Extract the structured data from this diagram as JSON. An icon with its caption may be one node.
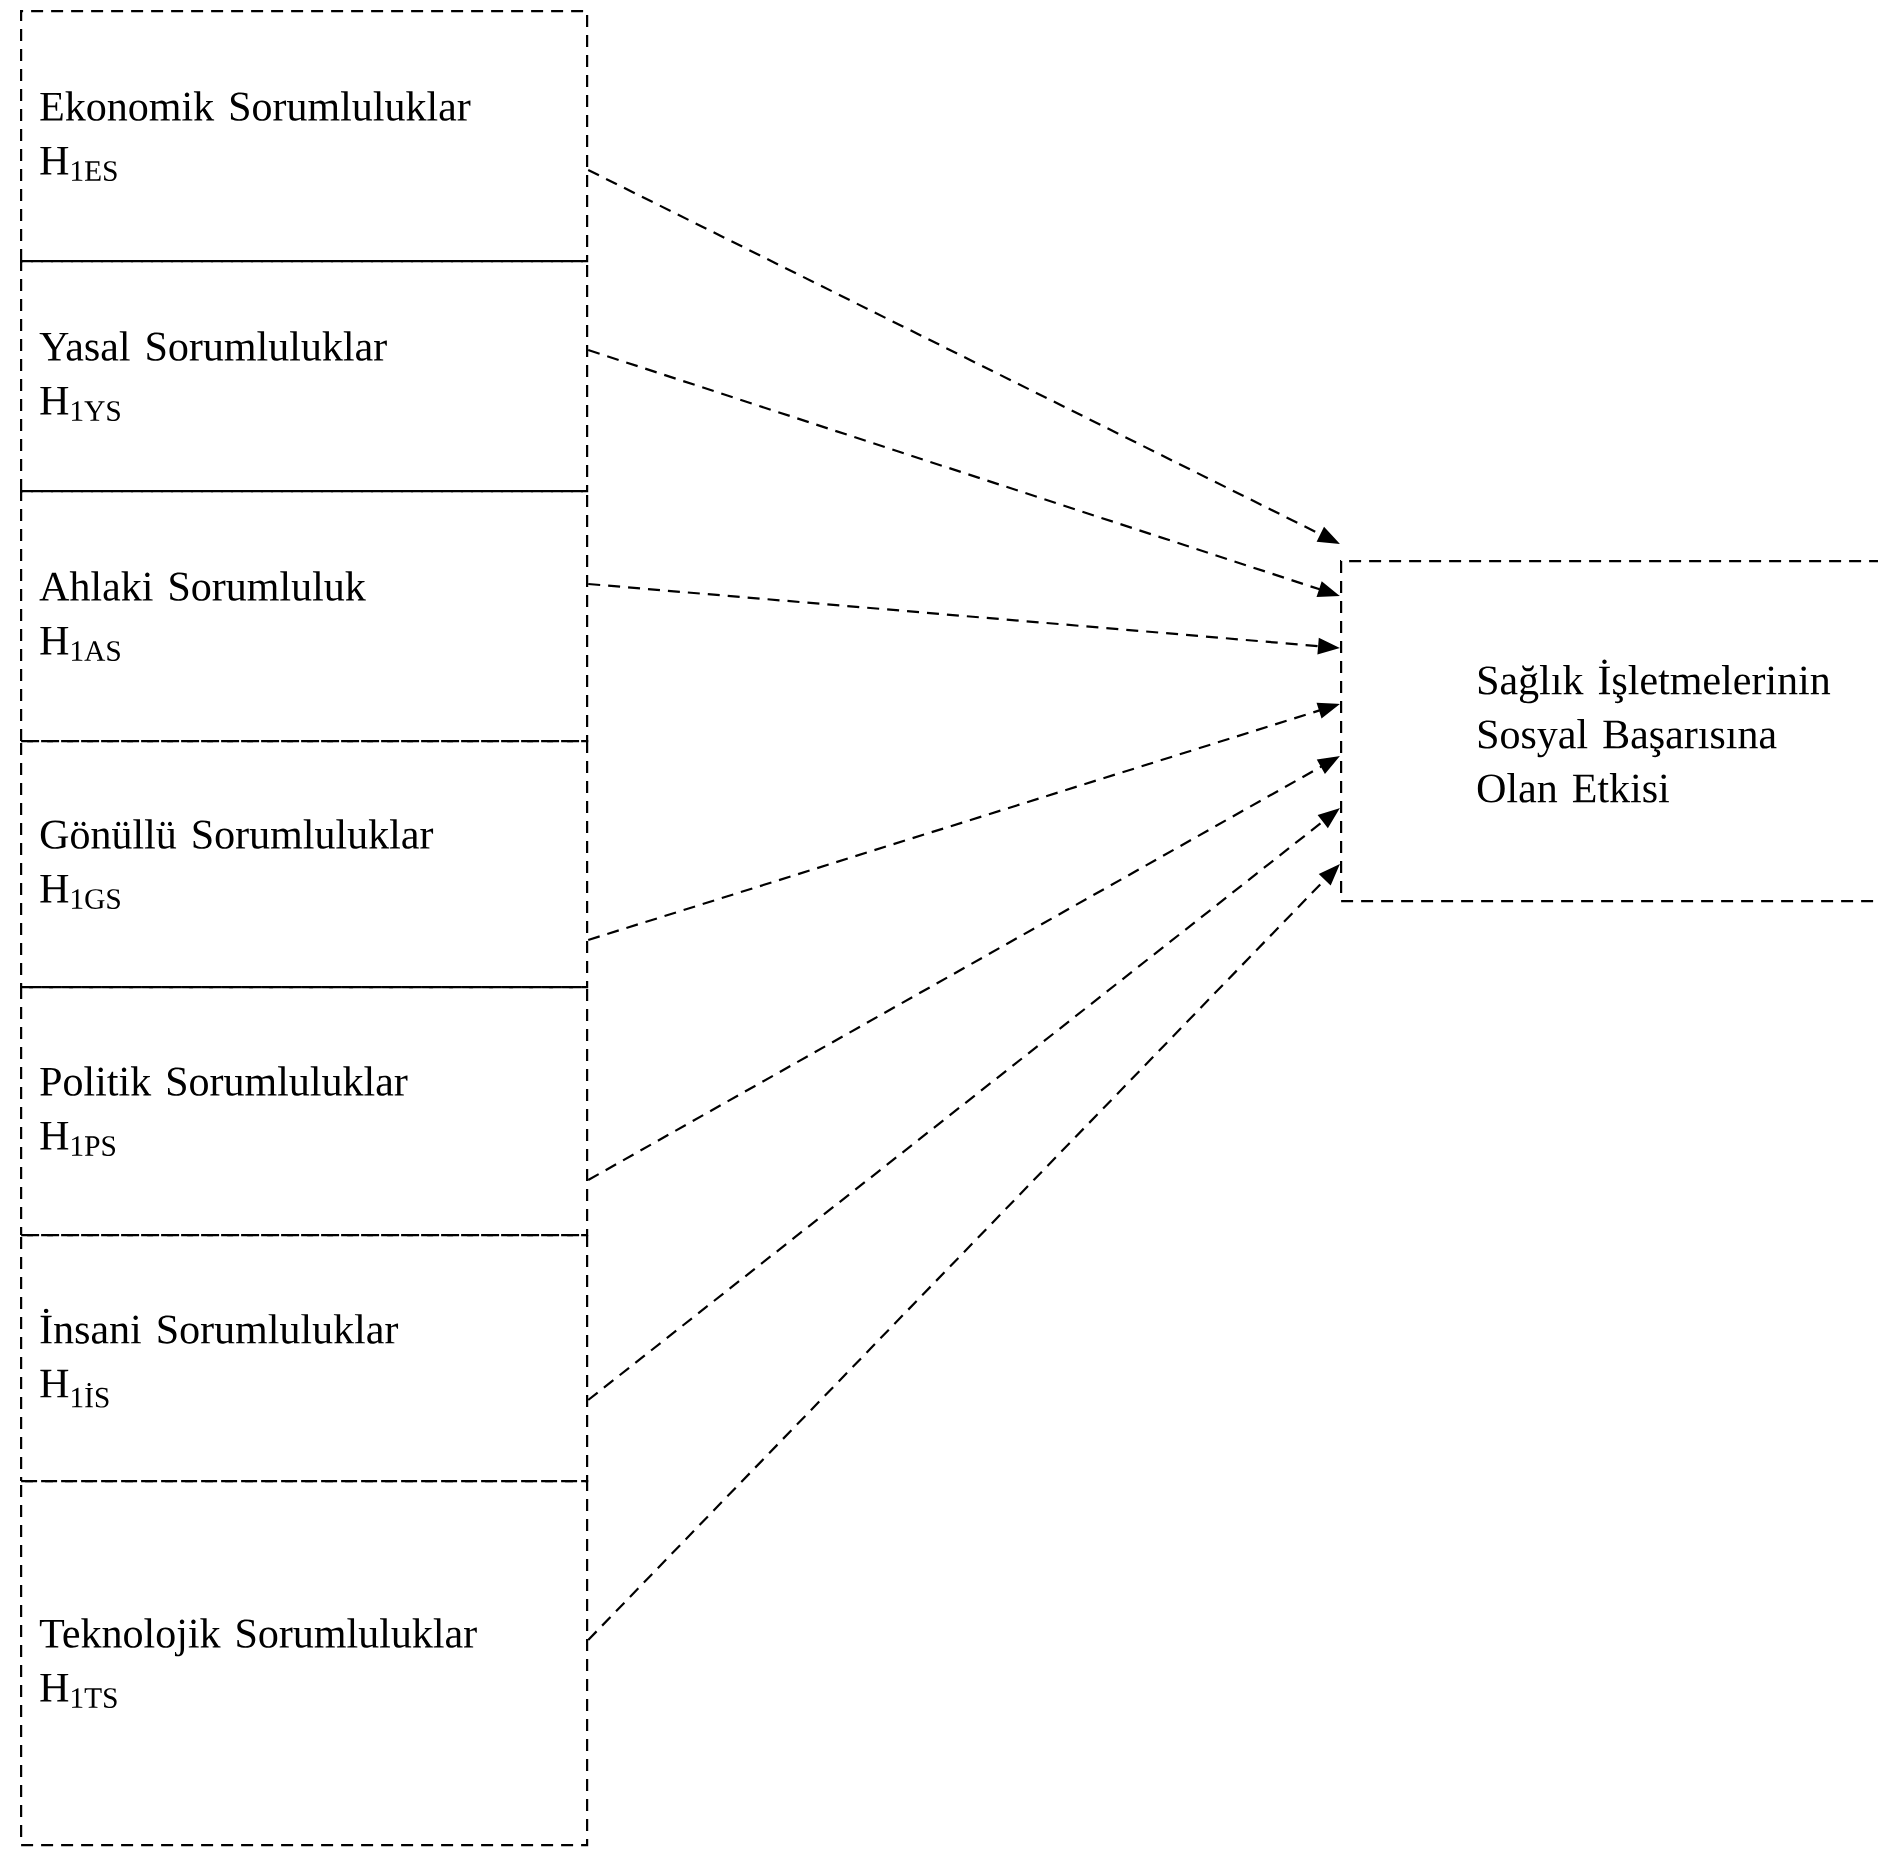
{
  "diagram": {
    "nodes": [
      {
        "text": [
          "Ekonomik Sorumluluklar",
          "H$_{1ES}$"
        ]
      },
      {
        "text": [
          "Yasal Sorumluluklar",
          "H$_{1YS}$"
        ]
      },
      {
        "text": [
          "Ahlaki Sorumluluk",
          "H$_{1AS}$"
        ]
      },
      {
        "text": [
          "Gönüllü Sorumluluklar",
          "H$_{1GS}$"
        ]
      },
      {
        "text": [
          "Politik Sorumluluklar",
          "H$_{1PS}$"
        ]
      },
      {
        "text": [
          "İnsani Sorumluluklar",
          "H$_{1İS}$"
        ]
      },
      {
        "text": [
          "Teknolojik Sorumluluklar",
          "H$_{1TS}$"
        ]
      },
      {
        "text": [
          "Sağlık İşletmelerinin Sosyal Başarısına Olan Etkisi"
        ]
      }
    ],
    "edges": [
      {
        "from": 0,
        "to": 7,
        "arrow": "to",
        "style": "dashed"
      },
      {
        "from": 1,
        "to": 7,
        "arrow": "to",
        "style": "dashed"
      },
      {
        "from": 2,
        "to": 7,
        "arrow": "to",
        "style": "dashed"
      },
      {
        "from": 3,
        "to": 7,
        "arrow": "to",
        "style": "dashed"
      },
      {
        "from": 4,
        "to": 7,
        "arrow": "to",
        "style": "dashed"
      },
      {
        "from": 5,
        "to": 7,
        "arrow": "to",
        "style": "dashed"
      },
      {
        "from": 6,
        "to": 7,
        "arrow": "to",
        "style": "dashed"
      }
    ]
  }
}
